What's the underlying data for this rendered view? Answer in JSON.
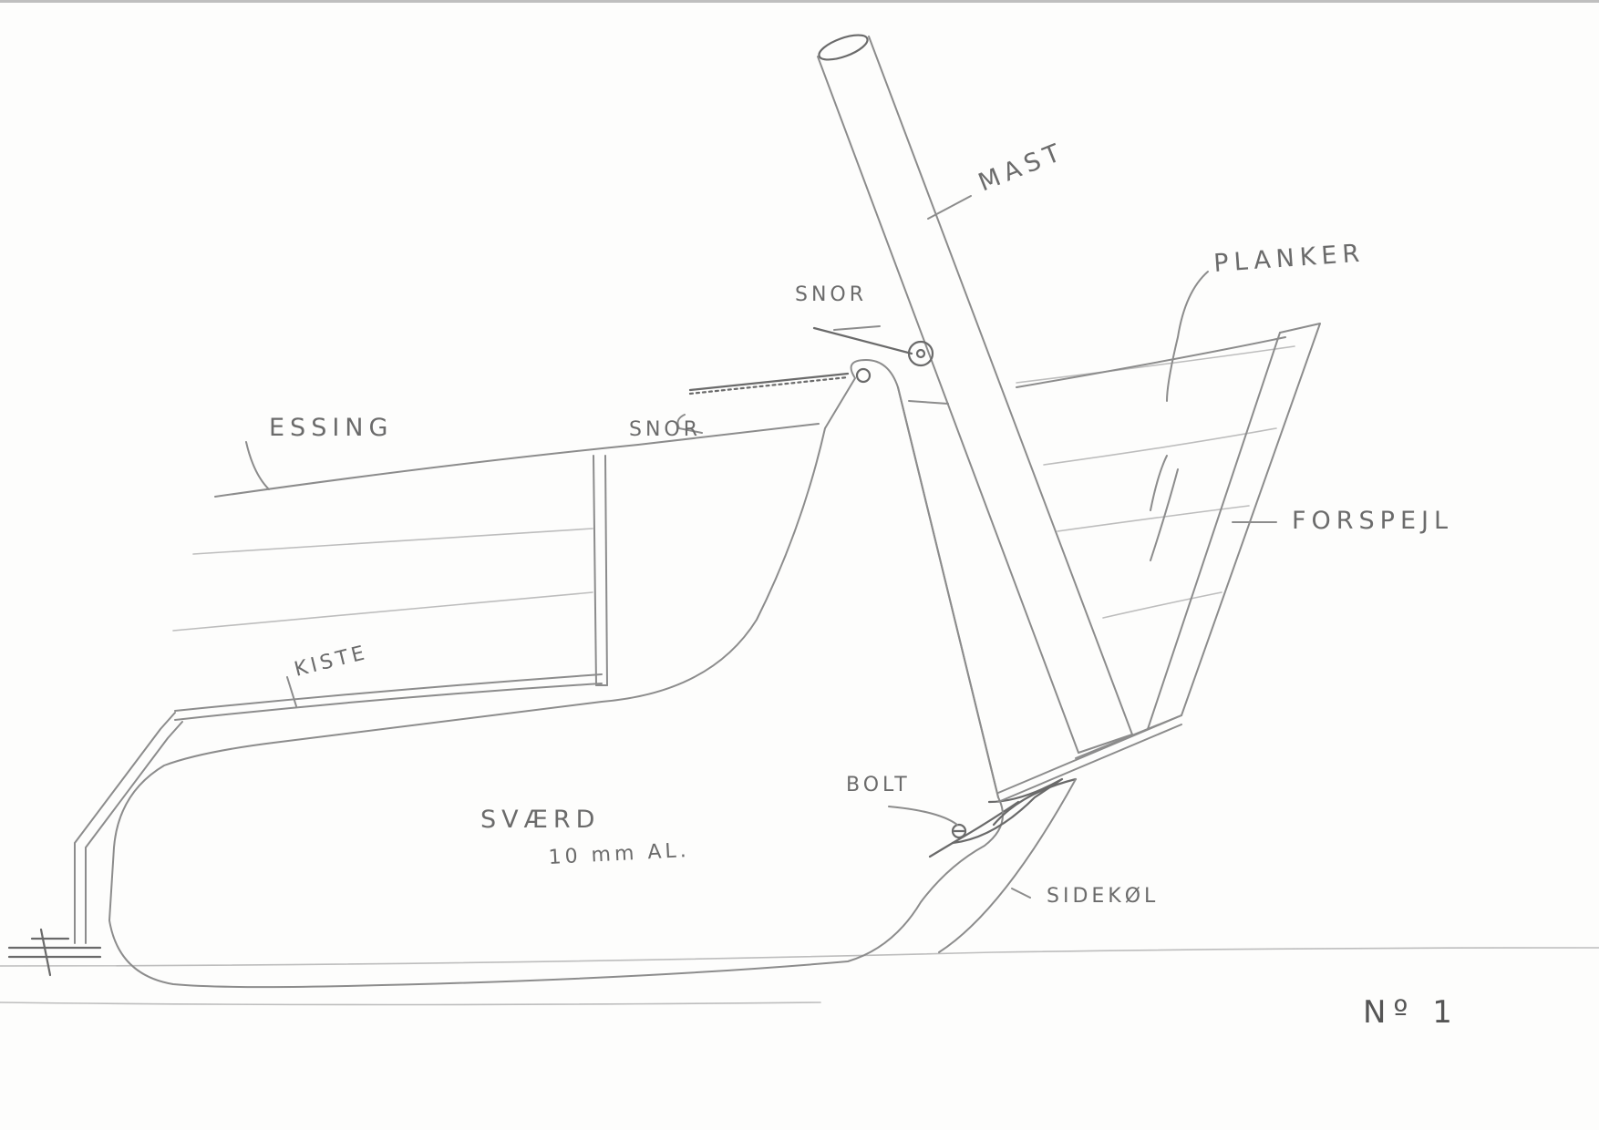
{
  "sheet": {
    "paper_color": "#fdfdfc",
    "ink_color": "#8c8c8c"
  },
  "labels": {
    "mast": "MAST",
    "planker": "PLANKER",
    "snor_top": "SNOR",
    "snor_mid": "SNOR",
    "essing": "ESSING",
    "forspejl": "FORSPEJL",
    "kiste": "KISTE",
    "svaerd": "SVÆRD",
    "svaerd_material": "10 mm AL.",
    "bolt": "BOLT",
    "sidekol": "SIDEKØL",
    "sheet_number": "Nº 1"
  }
}
